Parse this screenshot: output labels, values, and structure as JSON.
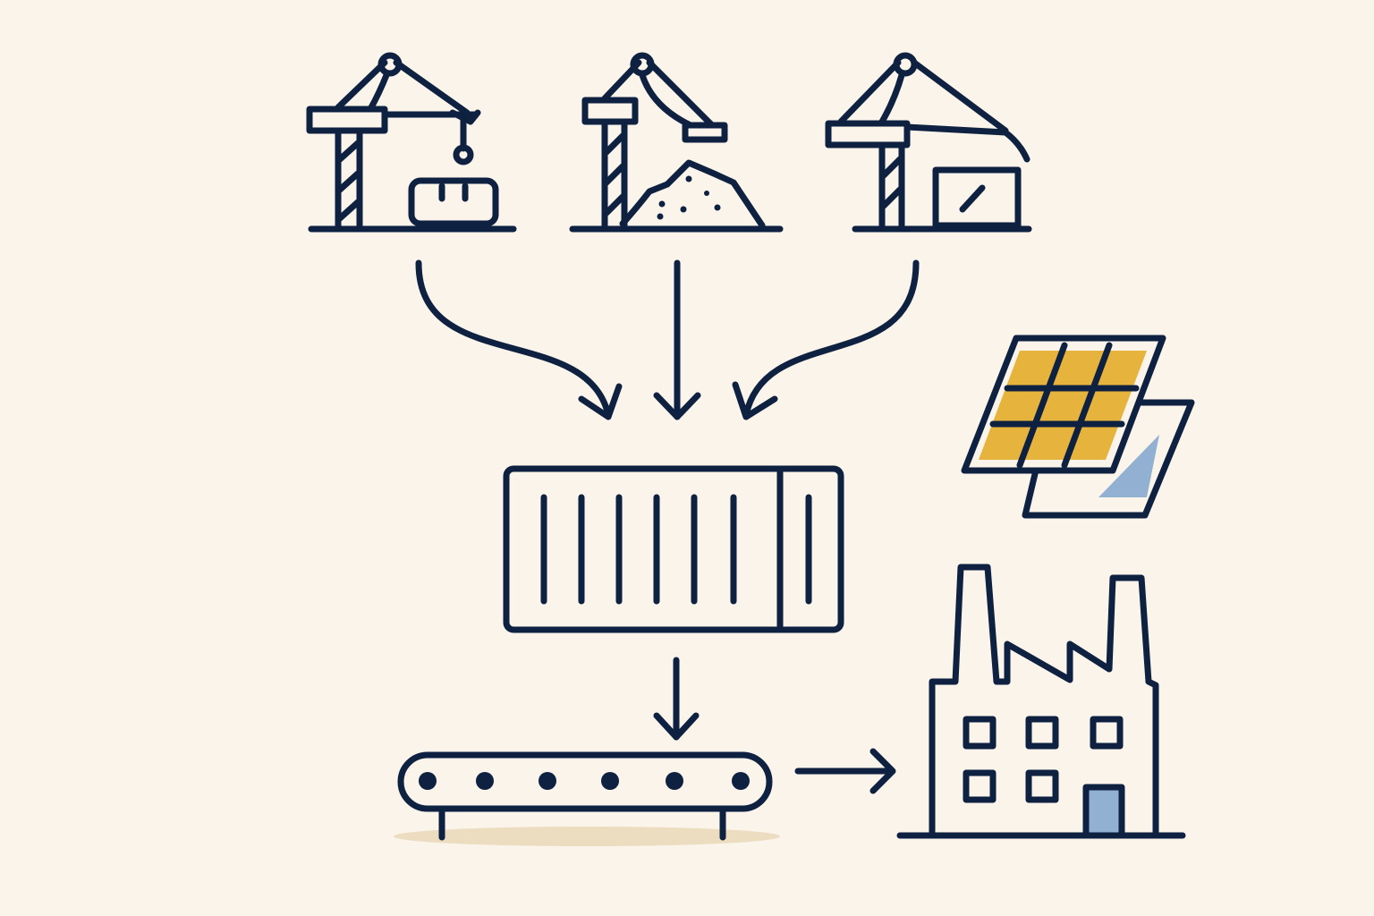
{
  "colors": {
    "background": "#faf4ea",
    "line": "#0f2140",
    "solar_yellow": "#e6b43c",
    "accent_blue": "#92b0d2",
    "ground_shadow": "#ecdcc0"
  },
  "diagram": {
    "nodes": [
      {
        "id": "crane-crate",
        "icon": "crane-crate-icon"
      },
      {
        "id": "crane-bulk",
        "icon": "crane-bulk-pile-icon"
      },
      {
        "id": "crane-container",
        "icon": "crane-container-icon"
      },
      {
        "id": "shipping-container",
        "icon": "shipping-container-icon"
      },
      {
        "id": "solar-panel",
        "icon": "solar-panel-icon"
      },
      {
        "id": "conveyor",
        "icon": "conveyor-belt-icon"
      },
      {
        "id": "factory",
        "icon": "factory-icon"
      }
    ],
    "edges": [
      {
        "from": "crane-crate",
        "to": "shipping-container"
      },
      {
        "from": "crane-bulk",
        "to": "shipping-container"
      },
      {
        "from": "crane-container",
        "to": "shipping-container"
      },
      {
        "from": "shipping-container",
        "to": "conveyor"
      },
      {
        "from": "conveyor",
        "to": "factory"
      }
    ]
  }
}
